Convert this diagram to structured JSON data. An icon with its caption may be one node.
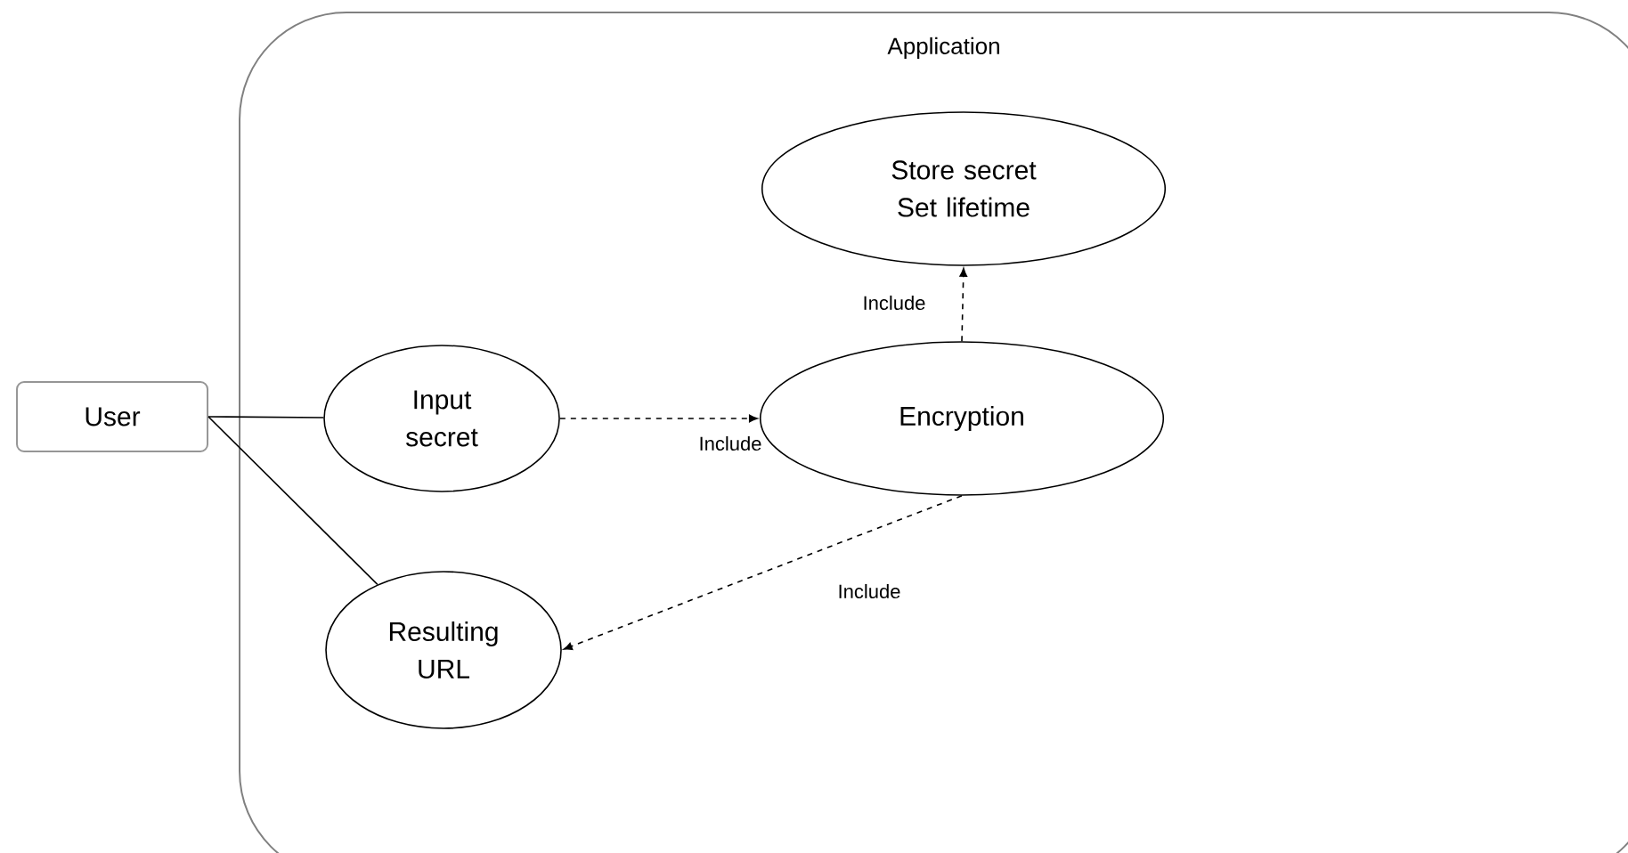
{
  "diagram": {
    "nodes": [
      {
        "text": [
          "Application"
        ]
      },
      {
        "text": [
          "User"
        ]
      },
      {
        "text": [
          "Input secret"
        ],
        "in": 0
      },
      {
        "text": [
          "Encryption"
        ],
        "in": 0
      },
      {
        "text": [
          "Store secret Set lifetime"
        ],
        "in": 0
      },
      {
        "text": [
          "Resulting URL"
        ],
        "in": 0
      }
    ],
    "edges": [
      {
        "from": 1,
        "to": 2,
        "arrow": "none"
      },
      {
        "from": 1,
        "to": 5,
        "arrow": "none"
      },
      {
        "from": 2,
        "to": 3,
        "arrow": "to",
        "style": "dashed",
        "label": "Include"
      },
      {
        "from": 3,
        "to": 4,
        "arrow": "to",
        "style": "dashed",
        "label": "Include"
      },
      {
        "from": 3,
        "to": 5,
        "arrow": "to",
        "style": "dashed",
        "label": "Include"
      }
    ]
  }
}
